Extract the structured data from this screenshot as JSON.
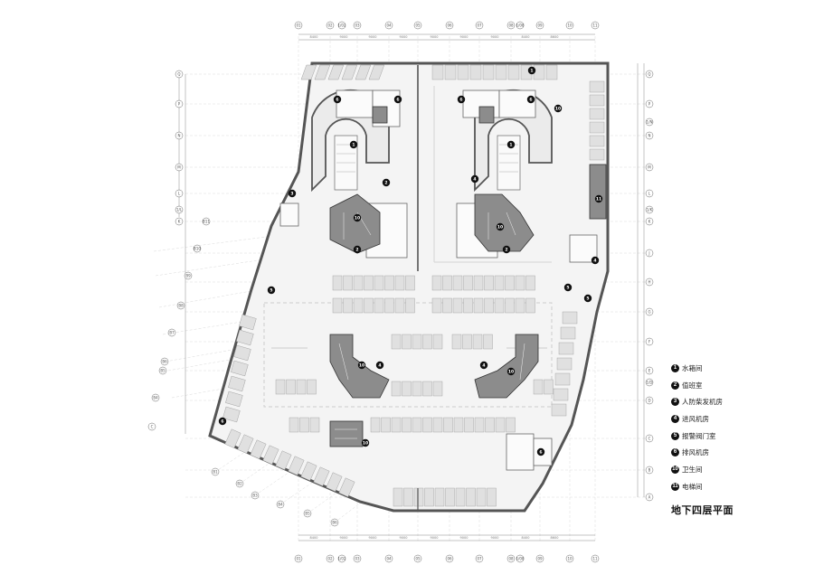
{
  "title": "地下四层平面",
  "legend": [
    {
      "num": "1",
      "label": "水箱间"
    },
    {
      "num": "2",
      "label": "值班室"
    },
    {
      "num": "3",
      "label": "人防柴发机房"
    },
    {
      "num": "4",
      "label": "进风机房"
    },
    {
      "num": "5",
      "label": "报警阀门室"
    },
    {
      "num": "6",
      "label": "排风机房"
    },
    {
      "num": "10",
      "label": "卫生间"
    },
    {
      "num": "11",
      "label": "电梯间"
    }
  ],
  "axes": {
    "top": [
      "01",
      "02",
      "1/02",
      "03",
      "04",
      "05",
      "06",
      "07",
      "08",
      "1/08",
      "09",
      "10",
      "11"
    ],
    "right": [
      "Q",
      "P",
      "1/N",
      "N",
      "M",
      "L",
      "1/K",
      "K",
      "J",
      "H",
      "G",
      "F",
      "E",
      "1/D",
      "D",
      "C",
      "B",
      "A"
    ],
    "left": [
      "Q",
      "P",
      "N",
      "M",
      "L",
      "1/L",
      "K",
      "B11",
      "B10",
      "B9",
      "B8",
      "B7",
      "B6",
      "B5",
      "B4",
      "C"
    ],
    "bottom_diag": [
      "B1",
      "B2",
      "B3",
      "B4",
      "B5",
      "B6"
    ],
    "top_dims": [
      "8400",
      "9000",
      "9000",
      "9000",
      "9000",
      "9000",
      "9000",
      "8400",
      "8600"
    ]
  },
  "colors": {
    "wall": "#555555",
    "core": "#8c8c8c",
    "floor": "#f4f4f4",
    "parking": "#dcdcdc"
  }
}
